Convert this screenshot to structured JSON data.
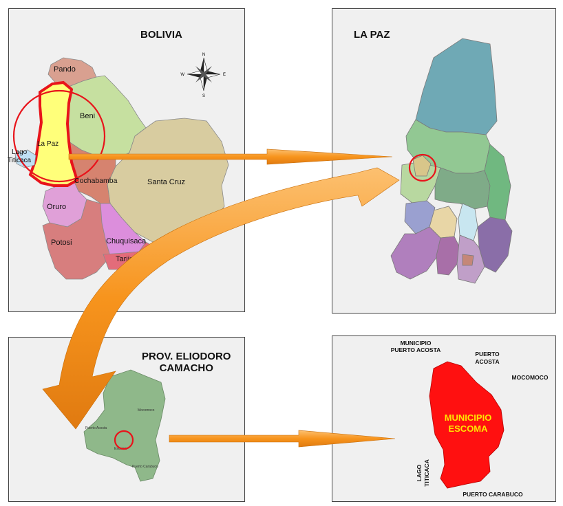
{
  "bolivia": {
    "title": "BOLIVIA",
    "labels": {
      "pando": "Pando",
      "beni": "Beni",
      "la_paz": "La Paz",
      "lago_1": "Lago",
      "lago_2": "Titicaca",
      "cochabamba": "Cochabamba",
      "santa_cruz": "Santa Cruz",
      "oruro": "Oruro",
      "potosi": "Potosi",
      "chuquisaca": "Chuquisaca",
      "tarija": "Tarija"
    },
    "compass": {
      "n": "N",
      "s": "S",
      "e": "E",
      "w": "W"
    }
  },
  "la_paz": {
    "title": "LA PAZ"
  },
  "camacho": {
    "title_line1": "PROV. ELIODORO",
    "title_line2": "CAMACHO",
    "labels": {
      "mocomoco": "Mocomoco",
      "puerto_acosta": "Puerto Acosta",
      "escoma": "Escoma",
      "puerto_carabuco": "Puerto Carabuco"
    }
  },
  "escoma": {
    "municipio_puerto_acosta_1": "MUNICIPIO",
    "municipio_puerto_acosta_2": "PUERTO ACOSTA",
    "puerto_acosta_1": "PUERTO",
    "puerto_acosta_2": "ACOSTA",
    "mocomoco": "MOCOMOCO",
    "center_1": "MUNICIPIO",
    "center_2": "ESCOMA",
    "lago_1": "LAGO",
    "lago_2": "TITICACA",
    "puerto_carabuco": "PUERTO CARABUCO"
  },
  "colors": {
    "panel_bg": "#f0f0f0",
    "highlight_red": "#e8141b",
    "arrow_orange": "#f7941d",
    "la_paz_yellow": "#ffff7a",
    "escoma_red": "#ff1010",
    "escoma_text": "#ffe600"
  }
}
